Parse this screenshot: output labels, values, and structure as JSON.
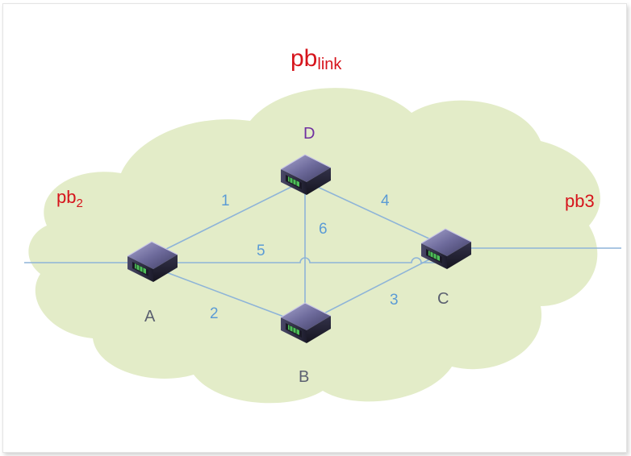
{
  "title": {
    "main": "pb",
    "sub": "link"
  },
  "left_label": {
    "main": "pb",
    "sub": "2"
  },
  "right_label": "pb3",
  "nodes": {
    "A": "A",
    "B": "B",
    "C": "C",
    "D": "D"
  },
  "links": {
    "l1": "1",
    "l2": "2",
    "l3": "3",
    "l4": "4",
    "l5": "5",
    "l6": "6"
  },
  "colors": {
    "cloud": "#e3ecc8",
    "link": "#8eb4d8",
    "title": "#d6141c",
    "node_label": "#5b6070",
    "node_d_label": "#7030a0",
    "link_label": "#5b9bd5"
  },
  "icons": {
    "router": "router-icon"
  }
}
